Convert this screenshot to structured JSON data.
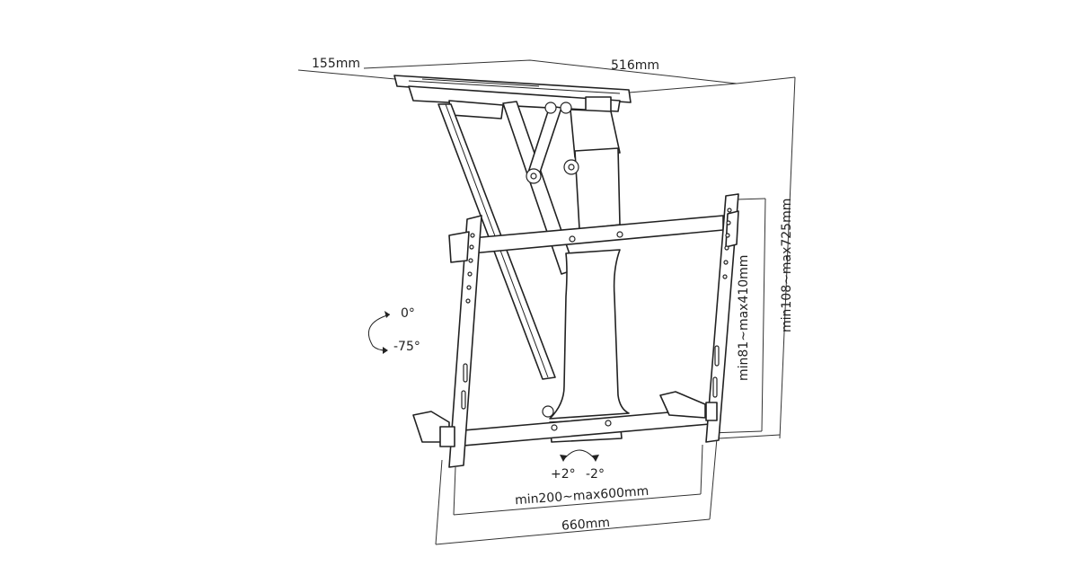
{
  "dimensions": {
    "depth": "155mm",
    "width_plate": "516mm",
    "height_range": "min108~max725mm",
    "vertical_hole_range": "min81~max410mm",
    "horizontal_hole_range": "min200~max600mm",
    "overall_width": "660mm"
  },
  "rotation": {
    "tilt_top": "0°",
    "tilt_bottom": "-75°",
    "level_plus": "+2°",
    "level_minus": "-2°"
  }
}
